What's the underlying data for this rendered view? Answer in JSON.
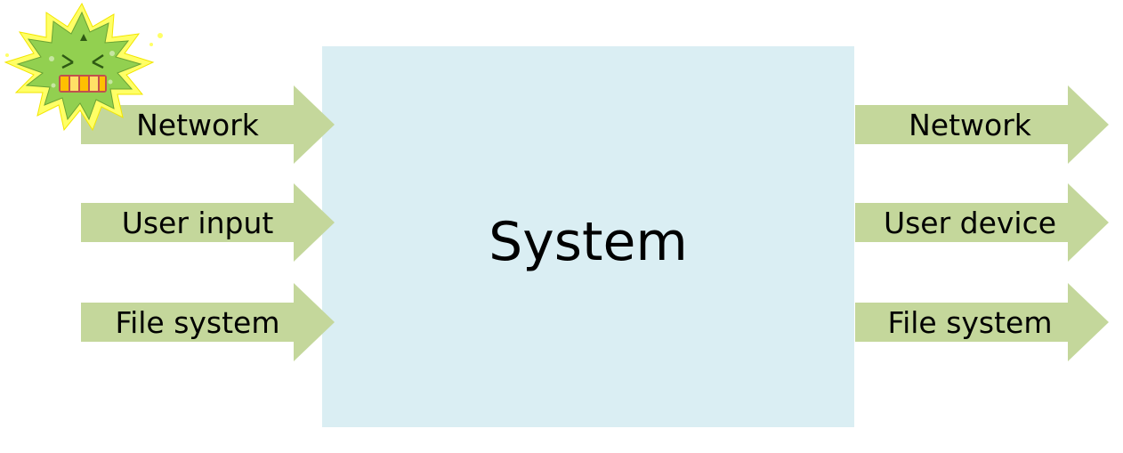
{
  "system": {
    "label": "System",
    "fill": "#daeef3"
  },
  "arrow_fill": "#c4d79b",
  "inputs": [
    {
      "label": "Network"
    },
    {
      "label": "User input"
    },
    {
      "label": "File system"
    }
  ],
  "outputs": [
    {
      "label": "Network"
    },
    {
      "label": "User device"
    },
    {
      "label": "File system"
    }
  ],
  "virus": {
    "icon": "virus-icon",
    "body_color": "#92d050",
    "glow_color": "#ffff66",
    "teeth_color": "#ffc000"
  }
}
